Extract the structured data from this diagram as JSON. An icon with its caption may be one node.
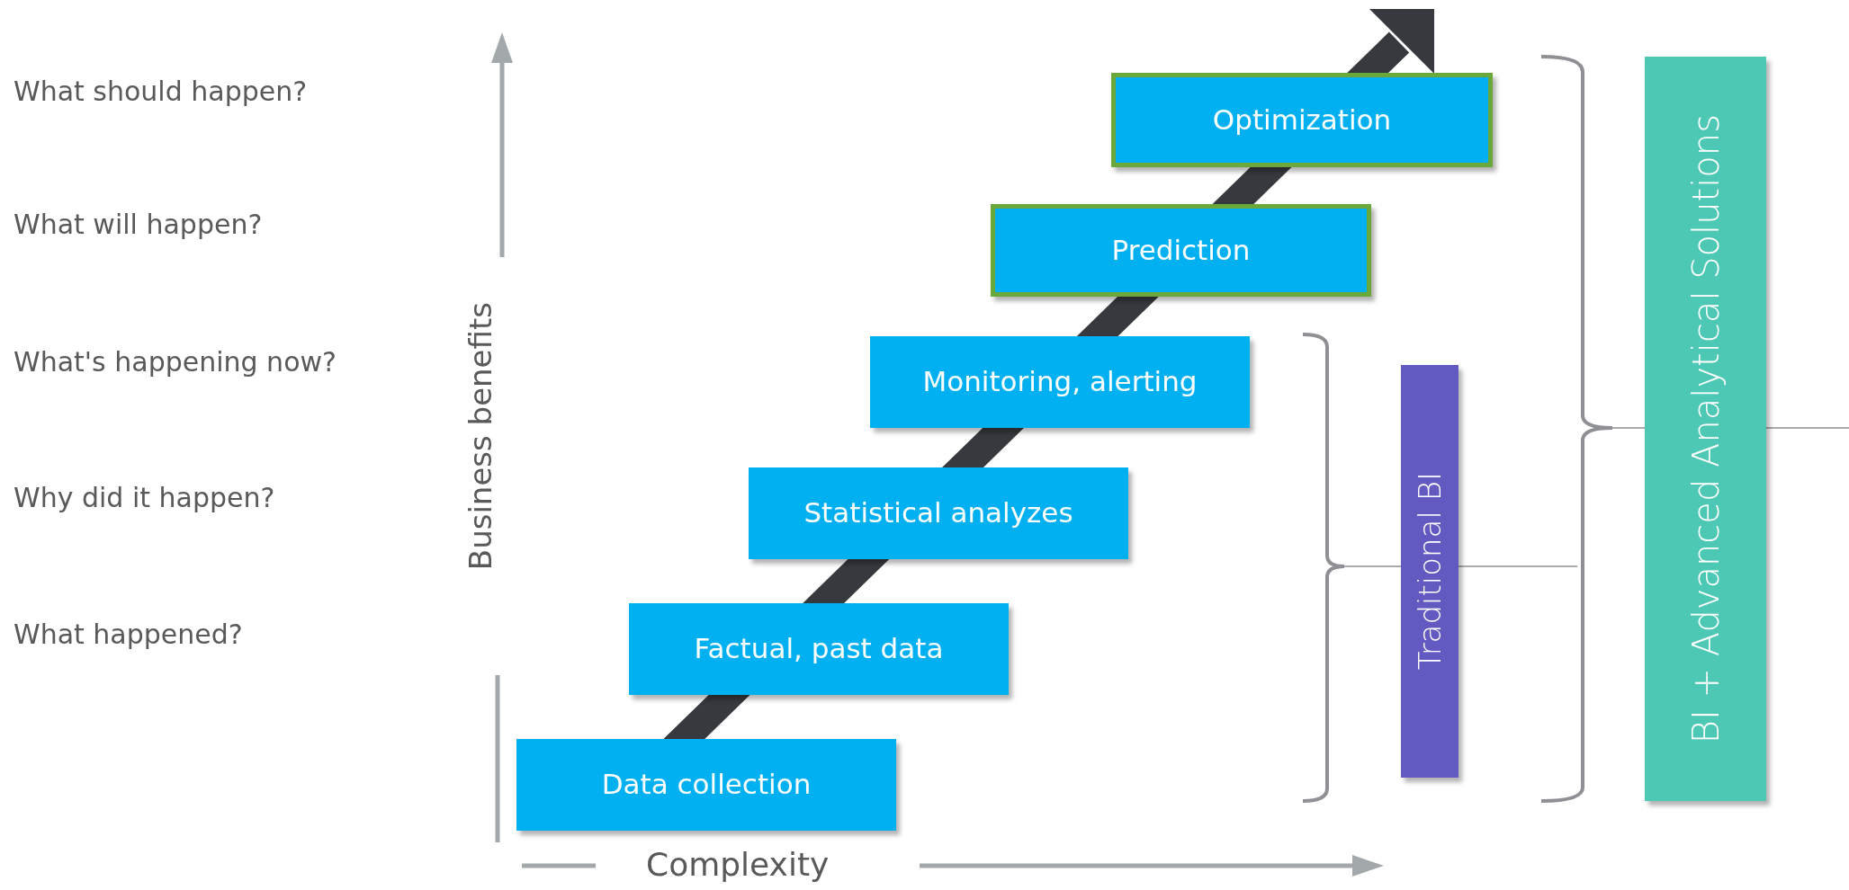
{
  "diagram": {
    "nodes": [
      {
        "text": [
          "Data collection"
        ]
      },
      {
        "text": [
          "Factual, past data"
        ]
      },
      {
        "text": [
          "Statistical analyzes"
        ]
      },
      {
        "text": [
          "Monitoring, alerting"
        ]
      },
      {
        "text": [
          "Prediction"
        ]
      },
      {
        "text": [
          "Optimization"
        ]
      },
      {
        "text": [
          "Traditional BI"
        ]
      },
      {
        "text": [
          "BI + Advanced Analytical Solutions"
        ]
      }
    ],
    "labels": [
      "What should happen?",
      "What will happen?",
      "What's happening now?",
      "Why did it happen?",
      "What happened?",
      "Business benefits",
      "Complexity"
    ]
  }
}
